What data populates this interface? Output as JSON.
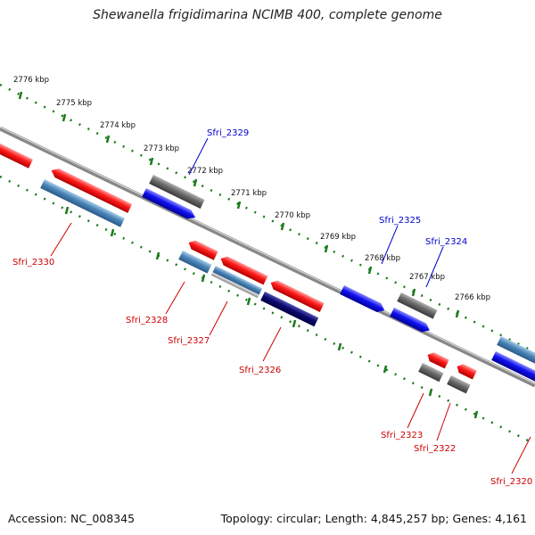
{
  "title": "Shewanella frigidimarina NCIMB 400, complete genome",
  "accession": "Accession: NC_008345",
  "topology": "Topology: circular; Length: 4,845,257 bp; Genes: 4,161",
  "colors": {
    "forward_gene": "#ff1a1a",
    "reverse_gene": "#1010ee",
    "pseudo_gene": "#6b6b6b",
    "rna_gene": "#4a86b8",
    "navy_gene": "#0a0a70",
    "label_red": "#cc0000",
    "label_blue": "#0000cc",
    "ruler": "#1a7a1a",
    "backbone": "#888888"
  },
  "ruler_ticks": [
    "2776 kbp",
    "2775 kbp",
    "2774 kbp",
    "2773 kbp",
    "2772 kbp",
    "2771 kbp",
    "2770 kbp",
    "2769 kbp",
    "2768 kbp",
    "2767 kbp",
    "2766 kbp"
  ],
  "gene_labels": [
    {
      "id": "sfri2329",
      "text": "Sfri_2329",
      "strand": "forward"
    },
    {
      "id": "sfri2325",
      "text": "Sfri_2325",
      "strand": "forward"
    },
    {
      "id": "sfri2324",
      "text": "Sfri_2324",
      "strand": "forward"
    },
    {
      "id": "sfri2330",
      "text": "Sfri_2330",
      "strand": "reverse"
    },
    {
      "id": "sfri2328",
      "text": "Sfri_2328",
      "strand": "reverse"
    },
    {
      "id": "sfri2327",
      "text": "Sfri_2327",
      "strand": "reverse"
    },
    {
      "id": "sfri2326",
      "text": "Sfri_2326",
      "strand": "reverse"
    },
    {
      "id": "sfri2323",
      "text": "Sfri_2323",
      "strand": "reverse"
    },
    {
      "id": "sfri2322",
      "text": "Sfri_2322",
      "strand": "reverse"
    },
    {
      "id": "sfri2320",
      "text": "Sfri_2320",
      "strand": "reverse"
    }
  ]
}
